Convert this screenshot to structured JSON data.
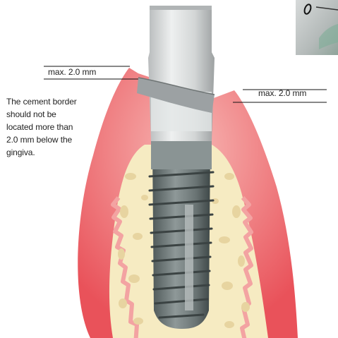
{
  "measurements": {
    "left_label": "max. 2.0 mm",
    "right_label": "max. 2.0 mm"
  },
  "note": {
    "lines": [
      "The cement border",
      "should not be",
      "located more than",
      "2.0 mm below the",
      "gingiva."
    ]
  },
  "colors": {
    "gingiva": "#e4434c",
    "gingiva_light": "#f3a3a2",
    "bone": "#f6ebc2",
    "bone_pore": "#ecd9a4",
    "abutment": "#cfd2d2",
    "implant_thread": "#6f7a7a"
  },
  "inset": {
    "glyph": "0"
  }
}
